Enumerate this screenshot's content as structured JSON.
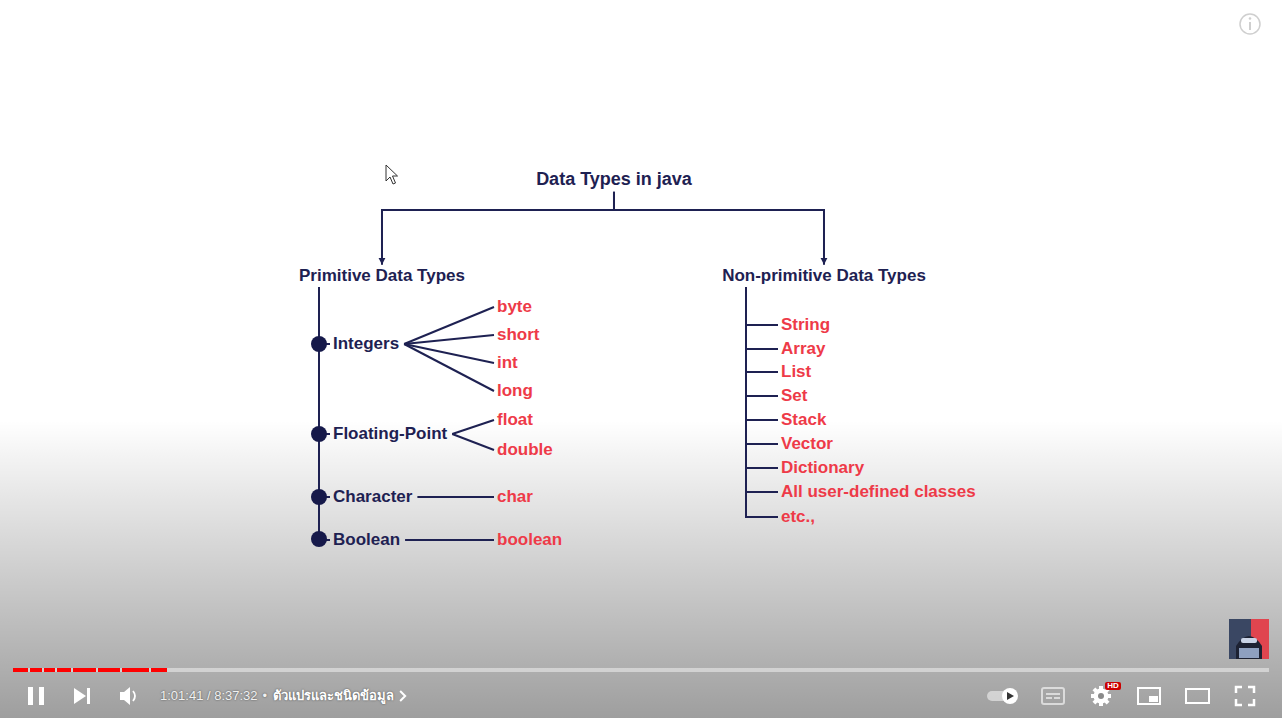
{
  "diagram": {
    "nodes": [
      {
        "text": [
          "Data Types in java"
        ]
      },
      {
        "text": [
          "Primitive Data Types"
        ]
      },
      {
        "text": [
          "Non-primitive Data Types"
        ]
      },
      {
        "text": [
          "Integers"
        ]
      },
      {
        "text": [
          "Floating-Point"
        ]
      },
      {
        "text": [
          "Character"
        ]
      },
      {
        "text": [
          "Boolean"
        ]
      },
      {
        "text": [
          "byte"
        ]
      },
      {
        "text": [
          "short"
        ]
      },
      {
        "text": [
          "int"
        ]
      },
      {
        "text": [
          "long"
        ]
      },
      {
        "text": [
          "float"
        ]
      },
      {
        "text": [
          "double"
        ]
      },
      {
        "text": [
          "char"
        ]
      },
      {
        "text": [
          "boolean"
        ]
      },
      {
        "text": [
          "String"
        ]
      },
      {
        "text": [
          "Array"
        ]
      },
      {
        "text": [
          "List"
        ]
      },
      {
        "text": [
          "Set"
        ]
      },
      {
        "text": [
          "Stack"
        ]
      },
      {
        "text": [
          "Vector"
        ]
      },
      {
        "text": [
          "Dictionary"
        ]
      },
      {
        "text": [
          "All user-defined classes"
        ]
      },
      {
        "text": [
          "etc.,"
        ]
      }
    ],
    "edges": [
      {
        "from": 0,
        "to": 1,
        "arrow": "to"
      },
      {
        "from": 0,
        "to": 2,
        "arrow": "to"
      },
      {
        "from": 1,
        "to": 3,
        "arrow": "none"
      },
      {
        "from": 1,
        "to": 4,
        "arrow": "none"
      },
      {
        "from": 1,
        "to": 5,
        "arrow": "none"
      },
      {
        "from": 1,
        "to": 6,
        "arrow": "none"
      },
      {
        "from": 3,
        "to": 7,
        "arrow": "none"
      },
      {
        "from": 3,
        "to": 8,
        "arrow": "none"
      },
      {
        "from": 3,
        "to": 9,
        "arrow": "none"
      },
      {
        "from": 3,
        "to": 10,
        "arrow": "none"
      },
      {
        "from": 4,
        "to": 11,
        "arrow": "none"
      },
      {
        "from": 4,
        "to": 12,
        "arrow": "none"
      },
      {
        "from": 5,
        "to": 13,
        "arrow": "none"
      },
      {
        "from": 6,
        "to": 14,
        "arrow": "none"
      },
      {
        "from": 2,
        "to": 15,
        "arrow": "none"
      },
      {
        "from": 2,
        "to": 16,
        "arrow": "none"
      },
      {
        "from": 2,
        "to": 17,
        "arrow": "none"
      },
      {
        "from": 2,
        "to": 18,
        "arrow": "none"
      },
      {
        "from": 2,
        "to": 19,
        "arrow": "none"
      },
      {
        "from": 2,
        "to": 20,
        "arrow": "none"
      },
      {
        "from": 2,
        "to": 21,
        "arrow": "none"
      },
      {
        "from": 2,
        "to": 22,
        "arrow": "none"
      },
      {
        "from": 2,
        "to": 23,
        "arrow": "none"
      }
    ],
    "labels": [
      "1:01:41 / 8:37:32",
      "•",
      "ตัวแปรและชนิดข้อมูล",
      "HD"
    ]
  }
}
